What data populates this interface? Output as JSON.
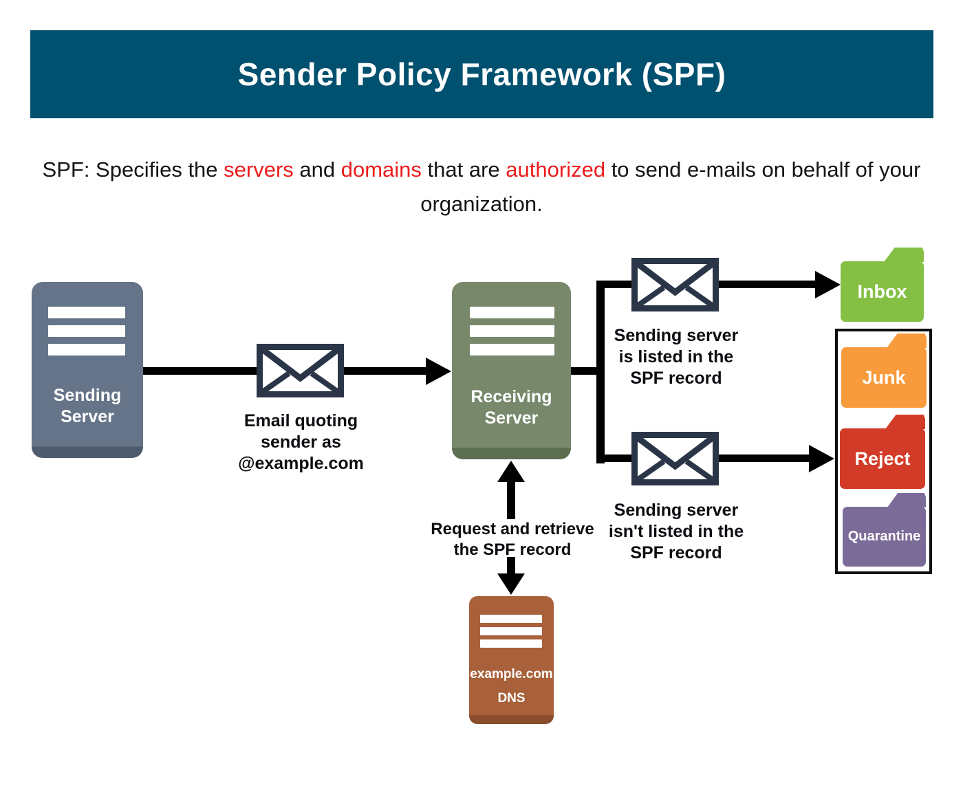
{
  "header": {
    "title": "Sender Policy Framework (SPF)",
    "background_color": "#00506F",
    "text_color": "#FFFFFF"
  },
  "subtitle": {
    "segments": [
      {
        "text": "SPF: Specifies the ",
        "emphasis": false
      },
      {
        "text": "servers",
        "emphasis": true
      },
      {
        "text": " and ",
        "emphasis": false
      },
      {
        "text": "domains",
        "emphasis": true
      },
      {
        "text": " that are ",
        "emphasis": false
      },
      {
        "text": "authorized",
        "emphasis": true
      },
      {
        "text": " to send e-mails on behalf of your organization.",
        "emphasis": false
      }
    ],
    "emphasis_color": "#ED1C1C",
    "text_color": "#141414"
  },
  "diagram": {
    "sending_server": {
      "label_lines": [
        "Sending",
        "Server"
      ],
      "color": "#657488",
      "shadow_color": "#4E5B6C"
    },
    "receiving_server": {
      "label_lines": [
        "Receiving",
        "Server"
      ],
      "color": "#78896B",
      "shadow_color": "#5C6E50"
    },
    "dns_server": {
      "label_line1": "example.com",
      "label_line2": "DNS",
      "color": "#A8613A",
      "shadow_color": "#8A4E2D"
    },
    "email_note": [
      "Email quoting",
      "sender as",
      "@example.com"
    ],
    "listed_note": [
      "Sending server",
      "is listed in the",
      "SPF record"
    ],
    "not_listed_note": [
      "Sending server",
      "isn't listed in the",
      "SPF record"
    ],
    "request_note": [
      "Request and retrieve",
      "the SPF record"
    ],
    "folders": {
      "inbox": {
        "label": "Inbox",
        "color": "#85C045"
      },
      "junk": {
        "label": "Junk",
        "color": "#F79B3D"
      },
      "reject": {
        "label": "Reject",
        "color": "#D23B27"
      },
      "quarantine": {
        "label": "Quarantine",
        "color": "#7B6B98"
      }
    },
    "envelope_stroke_color": "#2A3648",
    "arrow_color": "#000000"
  }
}
